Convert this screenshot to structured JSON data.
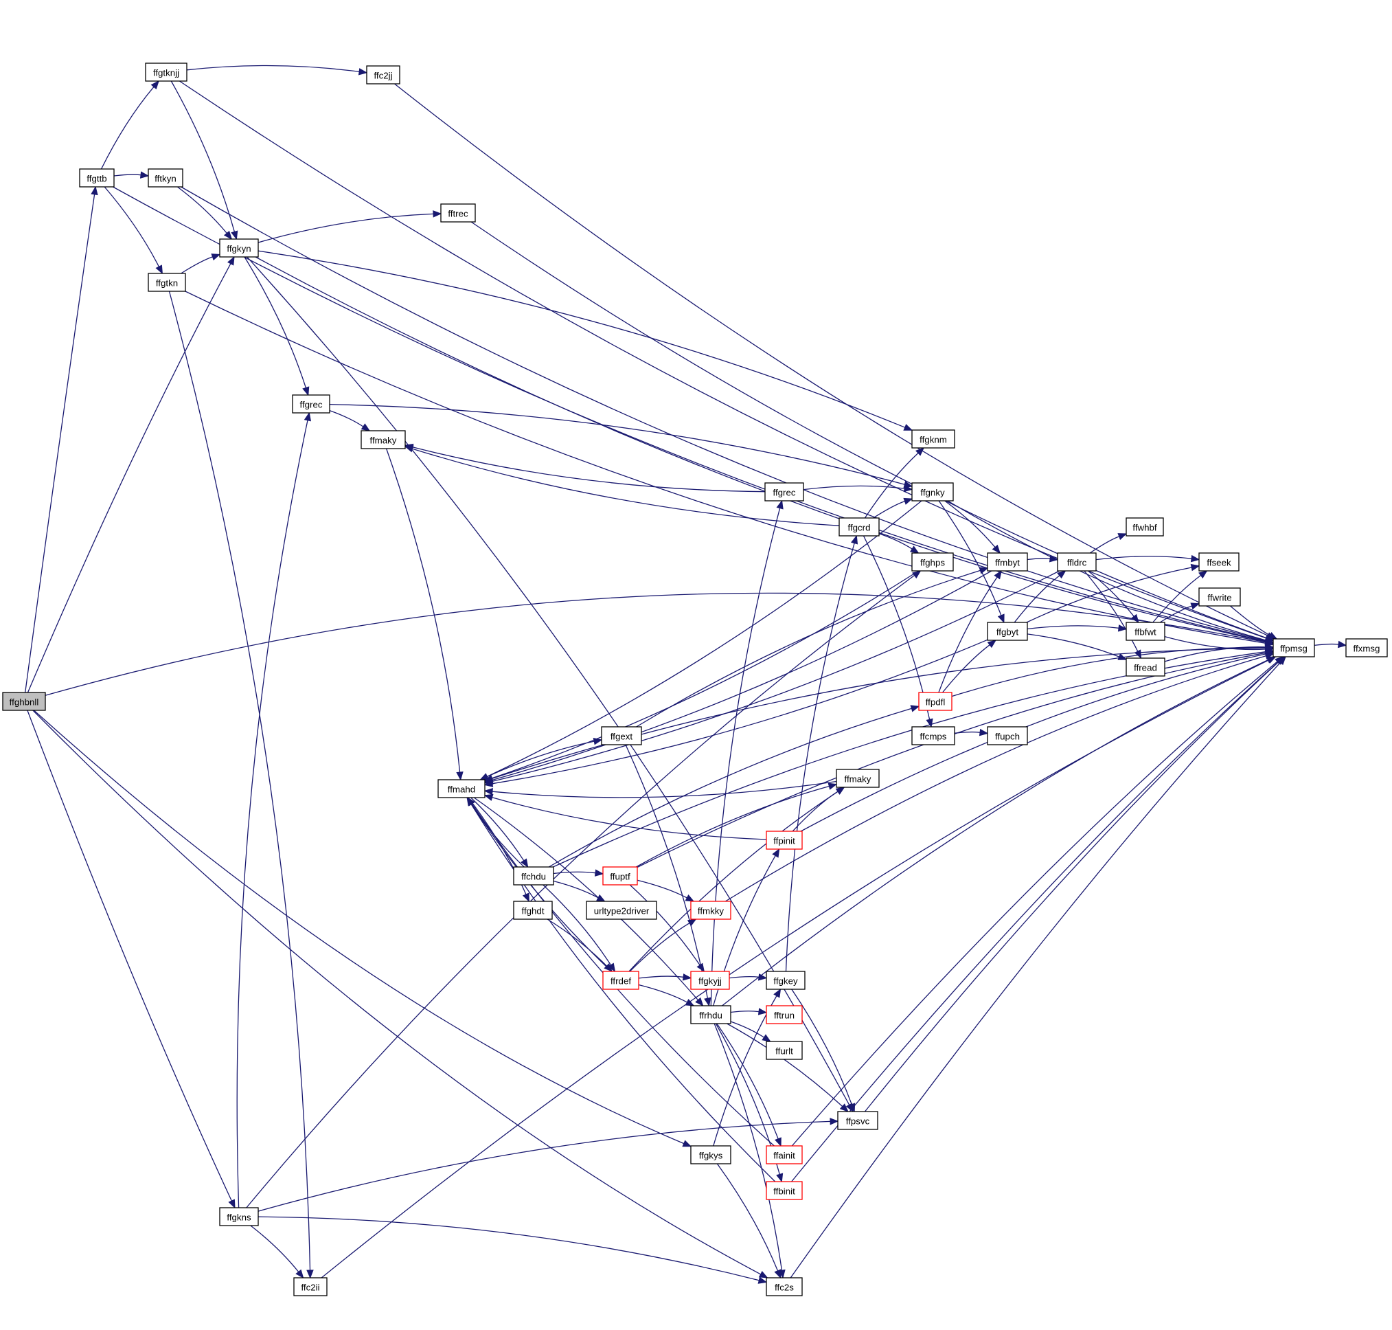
{
  "diagram": {
    "nodes": [
      {
        "id": "ffghbnll",
        "label": "ffghbnll",
        "root": true
      },
      {
        "id": "ffgtknjj",
        "label": "ffgtknjj"
      },
      {
        "id": "ffc2jj",
        "label": "ffc2jj"
      },
      {
        "id": "ffgttb",
        "label": "ffgttb"
      },
      {
        "id": "fftkyn",
        "label": "fftkyn"
      },
      {
        "id": "fftrec",
        "label": "fftrec"
      },
      {
        "id": "ffgkyn",
        "label": "ffgkyn"
      },
      {
        "id": "ffgtkn",
        "label": "ffgtkn"
      },
      {
        "id": "ffgrec1",
        "label": "ffgrec"
      },
      {
        "id": "ffmaky1",
        "label": "ffmaky"
      },
      {
        "id": "ffgknm",
        "label": "ffgknm"
      },
      {
        "id": "ffgrec2",
        "label": "ffgrec"
      },
      {
        "id": "ffgnky",
        "label": "ffgnky"
      },
      {
        "id": "ffgcrd",
        "label": "ffgcrd"
      },
      {
        "id": "ffwhbf",
        "label": "ffwhbf"
      },
      {
        "id": "ffghps",
        "label": "ffghps"
      },
      {
        "id": "ffmbyt",
        "label": "ffmbyt"
      },
      {
        "id": "ffldrc",
        "label": "ffldrc"
      },
      {
        "id": "ffseek",
        "label": "ffseek"
      },
      {
        "id": "ffwrite",
        "label": "ffwrite"
      },
      {
        "id": "ffgbyt",
        "label": "ffgbyt"
      },
      {
        "id": "ffbfwt",
        "label": "ffbfwt"
      },
      {
        "id": "ffpmsg",
        "label": "ffpmsg"
      },
      {
        "id": "ffxmsg",
        "label": "ffxmsg"
      },
      {
        "id": "ffread",
        "label": "ffread"
      },
      {
        "id": "ffpdfl",
        "label": "ffpdfl",
        "truncated": true
      },
      {
        "id": "ffcmps",
        "label": "ffcmps"
      },
      {
        "id": "ffupch",
        "label": "ffupch"
      },
      {
        "id": "ffgext",
        "label": "ffgext"
      },
      {
        "id": "ffmahd",
        "label": "ffmahd"
      },
      {
        "id": "ffmaky2",
        "label": "ffmaky"
      },
      {
        "id": "ffpinit",
        "label": "ffpinit",
        "truncated": true
      },
      {
        "id": "ffchdu",
        "label": "ffchdu"
      },
      {
        "id": "ffuptf",
        "label": "ffuptf",
        "truncated": true
      },
      {
        "id": "ffghdt",
        "label": "ffghdt"
      },
      {
        "id": "urltype2driver",
        "label": "urltype2driver"
      },
      {
        "id": "ffmkky",
        "label": "ffmkky",
        "truncated": true
      },
      {
        "id": "ffrdef",
        "label": "ffrdef",
        "truncated": true
      },
      {
        "id": "ffgkyjj",
        "label": "ffgkyjj",
        "truncated": true
      },
      {
        "id": "ffgkey",
        "label": "ffgkey"
      },
      {
        "id": "ffrhdu",
        "label": "ffrhdu"
      },
      {
        "id": "fftrun",
        "label": "fftrun",
        "truncated": true
      },
      {
        "id": "ffurlt",
        "label": "ffurlt"
      },
      {
        "id": "ffpsvc",
        "label": "ffpsvc"
      },
      {
        "id": "ffgkys",
        "label": "ffgkys"
      },
      {
        "id": "ffainit",
        "label": "ffainit",
        "truncated": true
      },
      {
        "id": "ffbinit",
        "label": "ffbinit",
        "truncated": true
      },
      {
        "id": "ffgkns",
        "label": "ffgkns"
      },
      {
        "id": "ffc2ii",
        "label": "ffc2ii"
      },
      {
        "id": "ffc2s",
        "label": "ffc2s"
      }
    ]
  },
  "colors": {
    "edge": "#191970",
    "node_border": "#000000",
    "truncated_border": "#ff0000",
    "root_fill": "#bfbfbf",
    "background": "#ffffff"
  }
}
